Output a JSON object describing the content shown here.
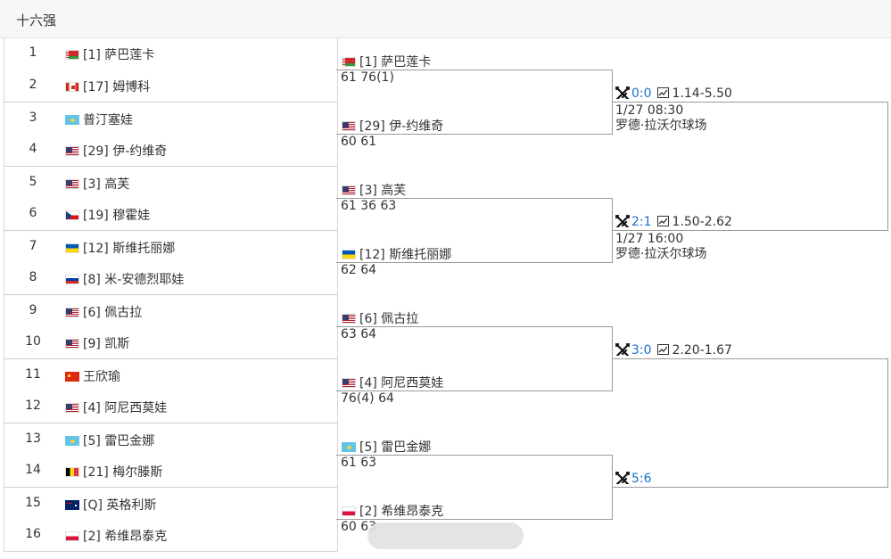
{
  "header": {
    "title": "十六强"
  },
  "seeds": [
    {
      "num": "1",
      "flag": "by",
      "player": "[1] 萨巴莲卡"
    },
    {
      "num": "2",
      "flag": "ca",
      "player": "[17] 姆博科"
    },
    {
      "num": "3",
      "flag": "kz",
      "player": "普汀塞娃"
    },
    {
      "num": "4",
      "flag": "us",
      "player": "[29] 伊-约维奇"
    },
    {
      "num": "5",
      "flag": "us",
      "player": "[3] 高芙"
    },
    {
      "num": "6",
      "flag": "cz",
      "player": "[19] 穆霍娃"
    },
    {
      "num": "7",
      "flag": "ua",
      "player": "[12] 斯维托丽娜"
    },
    {
      "num": "8",
      "flag": "ru",
      "player": "[8] 米-安德烈耶娃"
    },
    {
      "num": "9",
      "flag": "us",
      "player": "[6] 佩古拉"
    },
    {
      "num": "10",
      "flag": "us",
      "player": "[9] 凯斯"
    },
    {
      "num": "11",
      "flag": "cn",
      "player": "王欣瑜"
    },
    {
      "num": "12",
      "flag": "us",
      "player": "[4] 阿尼西莫娃"
    },
    {
      "num": "13",
      "flag": "kz",
      "player": "[5] 雷巴金娜"
    },
    {
      "num": "14",
      "flag": "be",
      "player": "[21] 梅尔滕斯"
    },
    {
      "num": "15",
      "flag": "au",
      "player": "[Q] 英格利斯"
    },
    {
      "num": "16",
      "flag": "pl",
      "player": "[2] 希维昂泰克"
    }
  ],
  "round16": [
    {
      "flag": "by",
      "winner": "[1] 萨巴莲卡",
      "score": "61 76(1)"
    },
    {
      "flag": "us",
      "winner": "[29] 伊-约维奇",
      "score": "60 61"
    },
    {
      "flag": "us",
      "winner": "[3] 高芙",
      "score": "61 36 63"
    },
    {
      "flag": "ua",
      "winner": "[12] 斯维托丽娜",
      "score": "62 64"
    },
    {
      "flag": "us",
      "winner": "[6] 佩古拉",
      "score": "63 64"
    },
    {
      "flag": "us",
      "winner": "[4] 阿尼西莫娃",
      "score": "76(4) 64"
    },
    {
      "flag": "kz",
      "winner": "[5] 雷巴金娜",
      "score": "61 63"
    },
    {
      "flag": "pl",
      "winner": "[2] 希维昂泰克",
      "score": "60 63"
    }
  ],
  "quarterfinals": [
    {
      "score": "0:0",
      "odds": "1.14-5.50",
      "time": "1/27 08:30",
      "venue": "罗德·拉沃尔球场"
    },
    {
      "score": "2:1",
      "odds": "1.50-2.62",
      "time": "1/27 16:00",
      "venue": "罗德·拉沃尔球场"
    },
    {
      "score": "3:0",
      "odds": "2.20-1.67",
      "time": "",
      "venue": ""
    },
    {
      "score": "5:6",
      "odds": "",
      "time": "",
      "venue": ""
    }
  ],
  "icons": {
    "head_to_head": "crossed-swords-icon",
    "odds": "trend-chart-icon"
  },
  "colors": {
    "score_link": "#1a6fc9",
    "bracket_line": "#999999",
    "header_bg": "#f7f7f7"
  }
}
